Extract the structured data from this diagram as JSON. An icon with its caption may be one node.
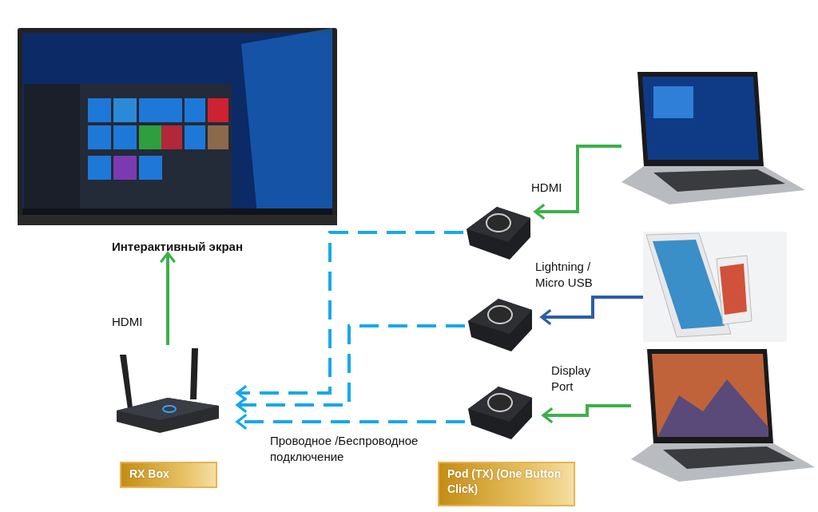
{
  "diagram": {
    "nodes": [
      {
        "text": [
          "Интерактивный экран"
        ]
      },
      {
        "text": [
          "RX Box"
        ]
      },
      {
        "text": [],
        "shape": "picture"
      },
      {
        "text": [],
        "shape": "picture"
      },
      {
        "text": [],
        "shape": "picture"
      },
      {
        "text": [],
        "shape": "picture"
      },
      {
        "text": [],
        "shape": "picture"
      },
      {
        "text": [],
        "shape": "picture"
      }
    ],
    "edges": [
      {
        "from": 1,
        "to": 0,
        "arrow": "to",
        "label": "HDMI"
      },
      {
        "from": 5,
        "to": 2,
        "arrow": "to",
        "label": "HDMI"
      },
      {
        "from": 6,
        "to": 3,
        "arrow": "to",
        "label": "Lightning / Micro USB",
        "color": "#2b5ea8"
      },
      {
        "from": 7,
        "to": 4,
        "arrow": "to",
        "label": "Display Port"
      },
      {
        "from": 2,
        "to": 1,
        "arrow": "to",
        "style": "dashed",
        "color": "#18a8ec"
      },
      {
        "from": 3,
        "to": 1,
        "arrow": "to",
        "style": "dashed",
        "color": "#18a8ec"
      },
      {
        "from": 4,
        "to": 1,
        "arrow": "to",
        "style": "dashed",
        "color": "#18a8ec",
        "label": "Проводное /Беспроводное подключение"
      }
    ],
    "labels": [
      "Pod (TX) (One Button Click)"
    ]
  }
}
